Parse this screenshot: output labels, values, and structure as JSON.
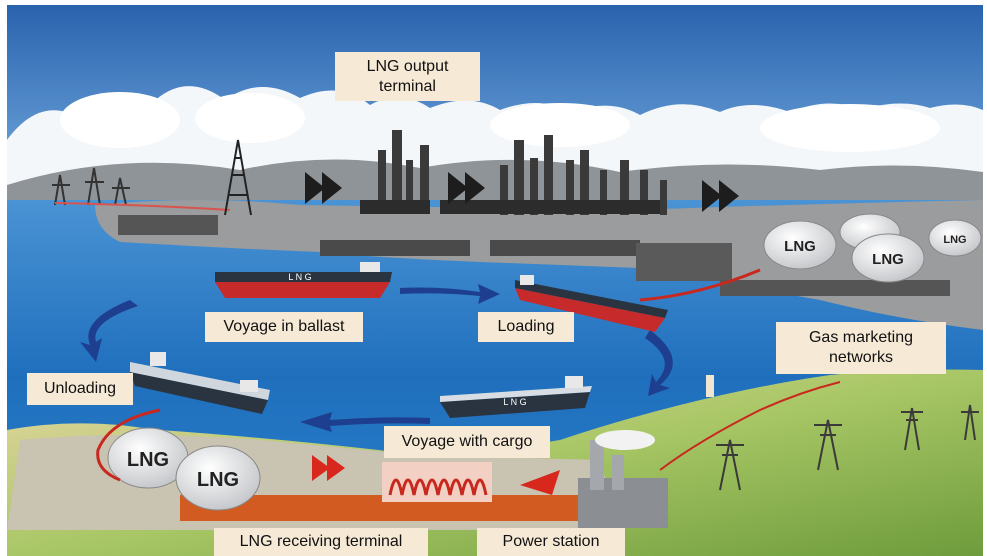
{
  "labels": {
    "lng_output_terminal": "LNG output\nterminal",
    "voyage_in_ballast": "Voyage in ballast",
    "loading": "Loading",
    "gas_marketing_networks": "Gas marketing\nnetworks",
    "unloading": "Unloading",
    "voyage_with_cargo": "Voyage with cargo",
    "lng_receiving_terminal": "LNG receiving terminal",
    "power_station": "Power station"
  },
  "tank_text": "LNG",
  "ship_text": "L N G",
  "colors": {
    "sky_top": "#2f6db2",
    "sea": "#1f73c0",
    "label_bg": "#f6ead6",
    "pipe_red": "#c8281e",
    "arrow_blue": "#1e3f8f",
    "land_green": "#9ec25e"
  }
}
